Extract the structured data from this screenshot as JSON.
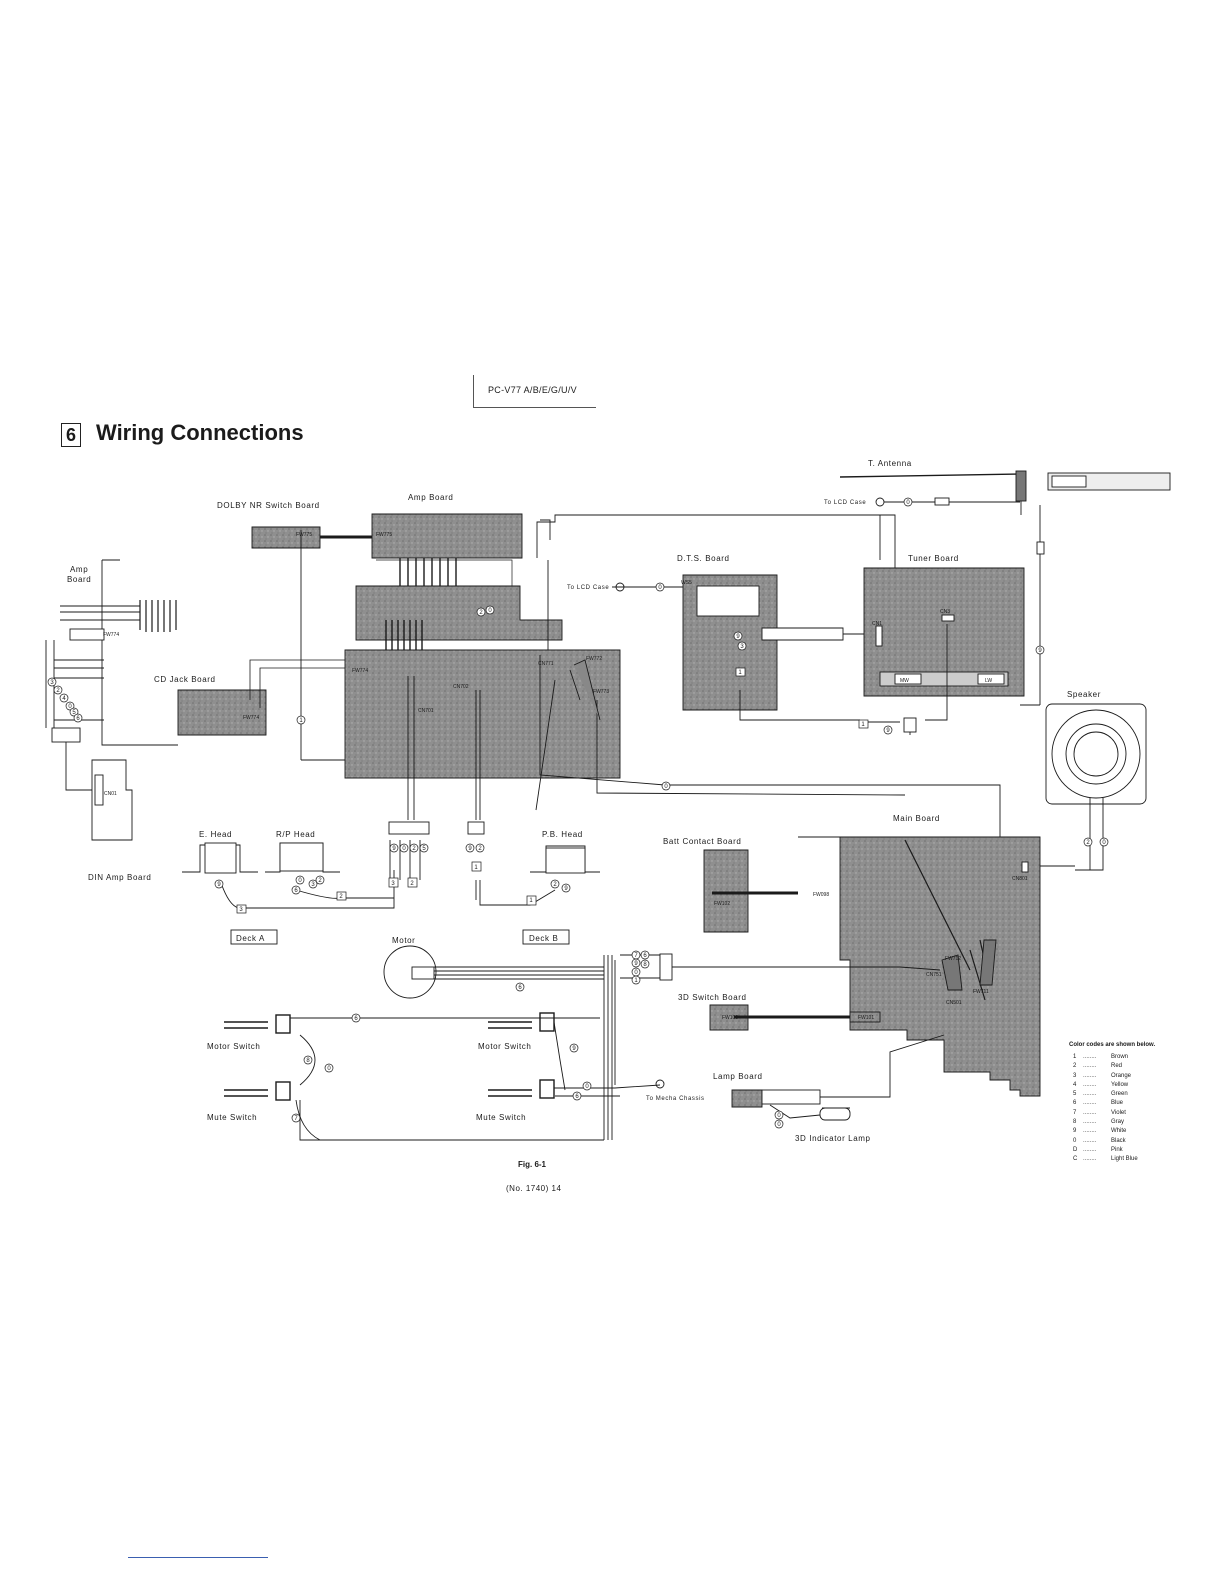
{
  "header": {
    "model": "PC-V77 A/B/E/G/U/V"
  },
  "section": {
    "number": "6",
    "title": "Wiring Connections"
  },
  "labels": {
    "t_antenna": "T. Antenna",
    "dolby_board": "DOLBY NR Switch Board",
    "amp_board_top": "Amp Board",
    "amp_board_left": "Amp\nBoard",
    "to_lcd_case_1": "To LCD Case",
    "to_lcd_case_2": "To LCD Case",
    "dts_board": "D.T.S. Board",
    "tuner_board": "Tuner Board",
    "cd_jack_board": "CD Jack Board",
    "speaker": "Speaker",
    "din_amp_board": "DIN Amp Board",
    "e_head": "E. Head",
    "rp_head": "R/P Head",
    "pb_head": "P.B. Head",
    "main_board": "Main Board",
    "batt_contact_board": "Batt Contact Board",
    "deck_a": "Deck A",
    "deck_b": "Deck B",
    "motor": "Motor",
    "sw3d_board": "3D Switch Board",
    "motor_switch_a": "Motor Switch",
    "motor_switch_b": "Motor Switch",
    "mute_switch_a": "Mute Switch",
    "mute_switch_b": "Mute Switch",
    "lamp_board": "Lamp Board",
    "to_mecha_chassis": "To Mecha Chassis",
    "indicator_lamp": "3D Indicator Lamp",
    "mw": "MW",
    "lw": "LW"
  },
  "connectors": {
    "fw775a": "FW775",
    "fw775b": "FW775",
    "fw774a": "FW774",
    "fw774b": "FW774",
    "fw774c": "FW774",
    "cn702": "CN702",
    "cn701": "CN701",
    "cn771": "CN771",
    "fw772": "FW772",
    "fw773": "FW773",
    "ws5": "WS5",
    "cn1": "CN1",
    "cn3": "CN3",
    "cn1din": "CN01",
    "cn801": "CN801",
    "fw102": "FW102",
    "fw098": "FW098",
    "fw712": "FW712",
    "cn751": "CN751",
    "fw711": "FW711",
    "cn501": "CN501",
    "fw101": "FW101",
    "fw100": "FW100"
  },
  "legend": {
    "title": "Color codes are shown below.",
    "items": [
      {
        "code": "1",
        "name": "Brown"
      },
      {
        "code": "2",
        "name": "Red"
      },
      {
        "code": "3",
        "name": "Orange"
      },
      {
        "code": "4",
        "name": "Yellow"
      },
      {
        "code": "5",
        "name": "Green"
      },
      {
        "code": "6",
        "name": "Blue"
      },
      {
        "code": "7",
        "name": "Violet"
      },
      {
        "code": "8",
        "name": "Gray"
      },
      {
        "code": "9",
        "name": "White"
      },
      {
        "code": "0",
        "name": "Black"
      },
      {
        "code": "D",
        "name": "Pink"
      },
      {
        "code": "C",
        "name": "Light Blue"
      }
    ]
  },
  "footer": {
    "figure": "Fig. 6-1",
    "page": "(No. 1740) 14"
  },
  "style": {
    "board_fill": "#8c8c8c",
    "ink": "#1b1b1b",
    "rule_color": "#3a5fb0"
  }
}
